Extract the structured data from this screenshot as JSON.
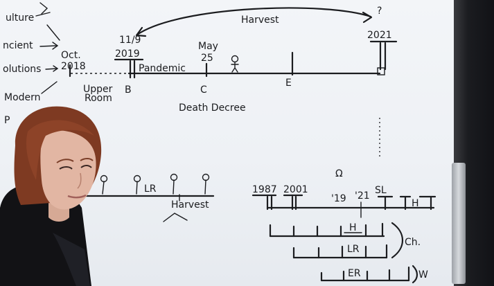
{
  "top_left_list": [
    "ulture",
    "ncient",
    "olutions",
    "Modern",
    "P"
  ],
  "timeline_top": {
    "arc_label": "Harvest",
    "question_mark": "?",
    "year_2021": "2021",
    "date_11_9": "11/9",
    "year_2019": "2019",
    "date_oct": "Oct.",
    "year_2018": "2018",
    "date_may": "May",
    "date_25": "25",
    "pandemic": "Pandemic",
    "mark_b": "B",
    "mark_c": "C",
    "mark_e": "E",
    "upper_room_1": "Upper",
    "upper_room_2": "Room",
    "death_decree": "Death Decree"
  },
  "timeline_bottom_left": {
    "lr": "LR",
    "harvest": "Harvest"
  },
  "timeline_bottom_right": {
    "omega": "Ω",
    "year_1987": "1987",
    "year_2001": "2001",
    "tick_19": "'19",
    "tick_21": "'21",
    "sl": "SL",
    "h": "H",
    "row_h": "H",
    "row_lr": "LR",
    "row_er": "ER",
    "ch": "Ch.",
    "w": "W"
  },
  "colors": {
    "board": "#f0f3f7",
    "ink": "#1b1c1f",
    "hair": "#8b3f24",
    "jacket": "#111114",
    "skin": "#e3b8a6"
  }
}
